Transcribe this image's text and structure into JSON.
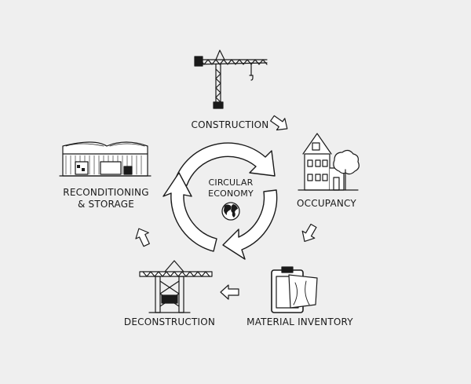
{
  "center": {
    "line1": "CIRCULAR",
    "line2": "ECONOMY"
  },
  "stages": {
    "construction": "CONSTRUCTION",
    "occupancy": "OCCUPANCY",
    "material_inventory": "MATERIAL INVENTORY",
    "deconstruction": "DECONSTRUCTION",
    "reconditioning_line1": "RECONDITIONING",
    "reconditioning_line2": "& STORAGE"
  },
  "colors": {
    "ink": "#1a1a1a",
    "background": "#efefef",
    "fill": "#ffffff"
  },
  "icons": [
    "tower-crane-icon",
    "house-with-tree-icon",
    "clipboard-inventory-icon",
    "gantry-crane-icon",
    "warehouse-icon",
    "globe-icon"
  ]
}
